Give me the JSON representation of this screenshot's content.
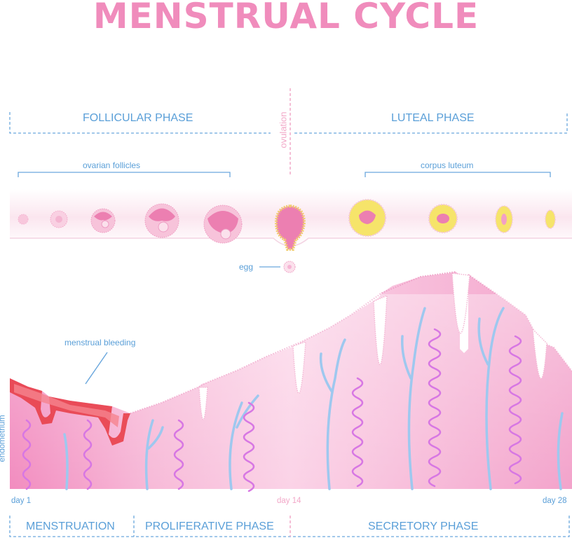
{
  "title": "MENSTRUAL CYCLE",
  "ovarian_phases": {
    "follicular": "FOLLICULAR PHASE",
    "luteal": "LUTEAL PHASE"
  },
  "ovulation": "ovulation",
  "structures": {
    "follicles": "ovarian follicles",
    "corpus_luteum": "corpus luteum",
    "egg": "egg"
  },
  "uterine": {
    "bleeding": "menstrual bleeding",
    "endometrium": "endometrium"
  },
  "days": {
    "start": "day 1",
    "middle": "day 14",
    "end": "day 28"
  },
  "uterine_phases": {
    "menstruation": "MENSTRUATION",
    "proliferative": "PROLIFERATIVE PHASE",
    "secretory": "SECRETORY PHASE"
  },
  "colors": {
    "title": "#f08cbc",
    "label": "#5a9fd8",
    "endometrium": "#f6b4d4",
    "vessel": "#9ec8ef",
    "gland": "#d777e3",
    "blood": "#e8404a",
    "corpus_luteum": "#f6e46a"
  }
}
